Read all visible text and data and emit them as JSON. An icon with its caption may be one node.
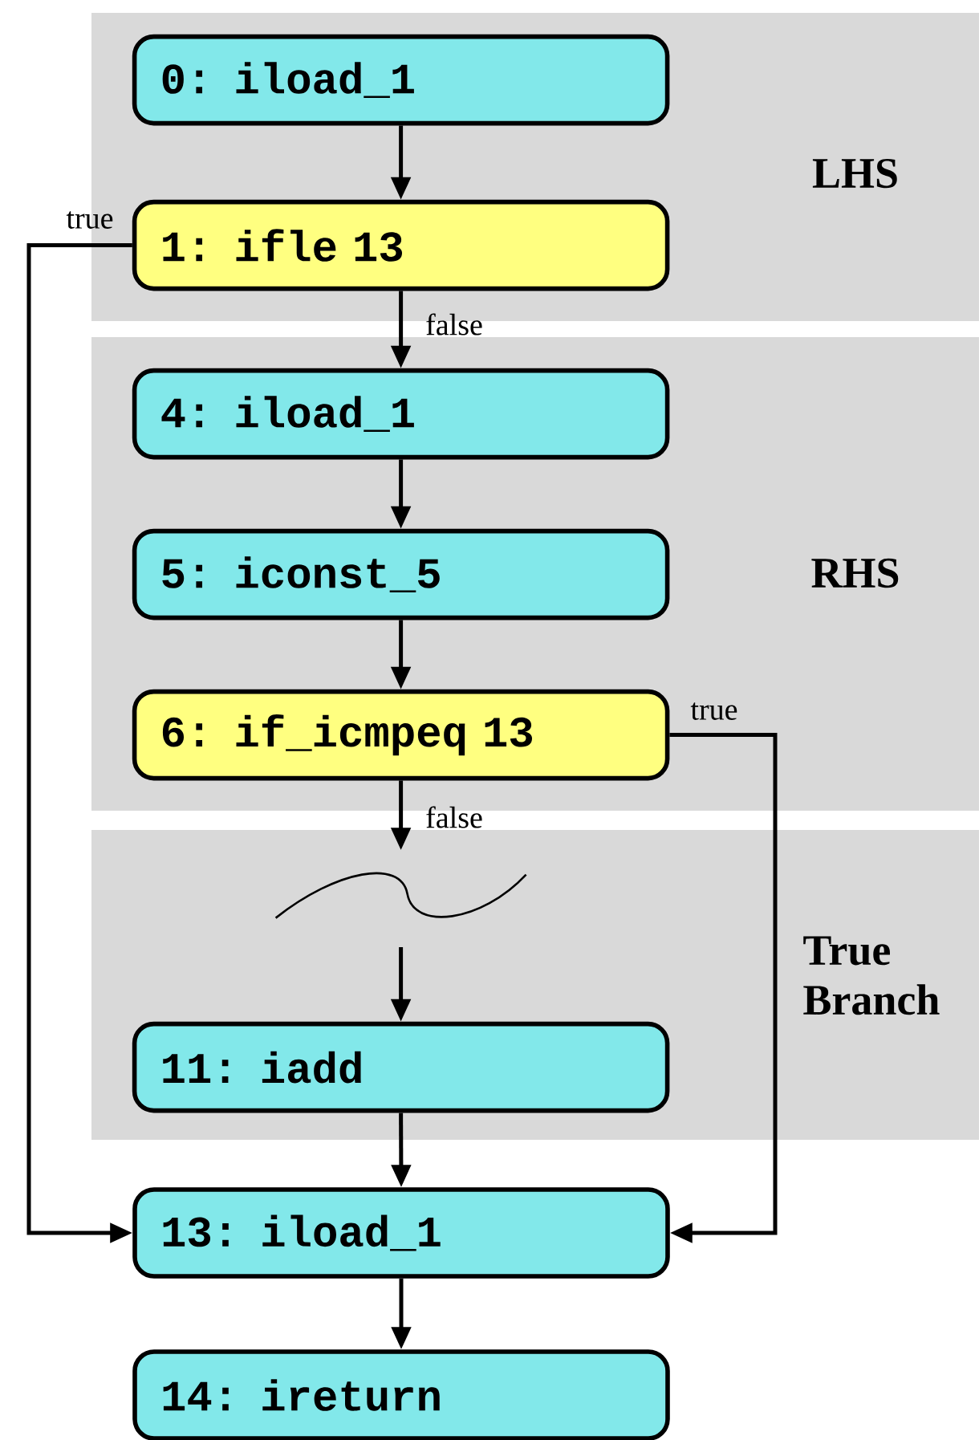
{
  "diagram": {
    "nodes": [
      {
        "text": [
          "LHS"
        ]
      },
      {
        "text": [
          "0: iload_1"
        ],
        "in": 0
      },
      {
        "text": [
          "1: ifle 13"
        ],
        "in": 0
      },
      {
        "text": [
          "RHS"
        ]
      },
      {
        "text": [
          "4: iload_1"
        ],
        "in": 3
      },
      {
        "text": [
          "5: iconst_5"
        ],
        "in": 3
      },
      {
        "text": [
          "6: if_icmpeq 13"
        ],
        "in": 3
      },
      {
        "text": [
          "True Branch"
        ]
      },
      {
        "text": [],
        "shape": "picture",
        "in": 7
      },
      {
        "text": [
          "11: iadd"
        ],
        "in": 7
      },
      {
        "text": [
          "13: iload_1"
        ]
      },
      {
        "text": [
          "14: ireturn"
        ]
      }
    ],
    "edges": [
      {
        "from": 1,
        "to": 2,
        "arrow": "to"
      },
      {
        "from": 2,
        "to": 10,
        "arrow": "to",
        "label": "true"
      },
      {
        "from": 2,
        "to": 4,
        "arrow": "to",
        "label": "false"
      },
      {
        "from": 4,
        "to": 5,
        "arrow": "to"
      },
      {
        "from": 5,
        "to": 6,
        "arrow": "to"
      },
      {
        "from": 6,
        "to": 10,
        "arrow": "to",
        "label": "true"
      },
      {
        "from": 6,
        "to": 8,
        "arrow": "to",
        "label": "false"
      },
      {
        "from": 8,
        "to": 9,
        "arrow": "to"
      },
      {
        "from": 9,
        "to": 10,
        "arrow": "to"
      },
      {
        "from": 10,
        "to": 11,
        "arrow": "to"
      }
    ]
  }
}
